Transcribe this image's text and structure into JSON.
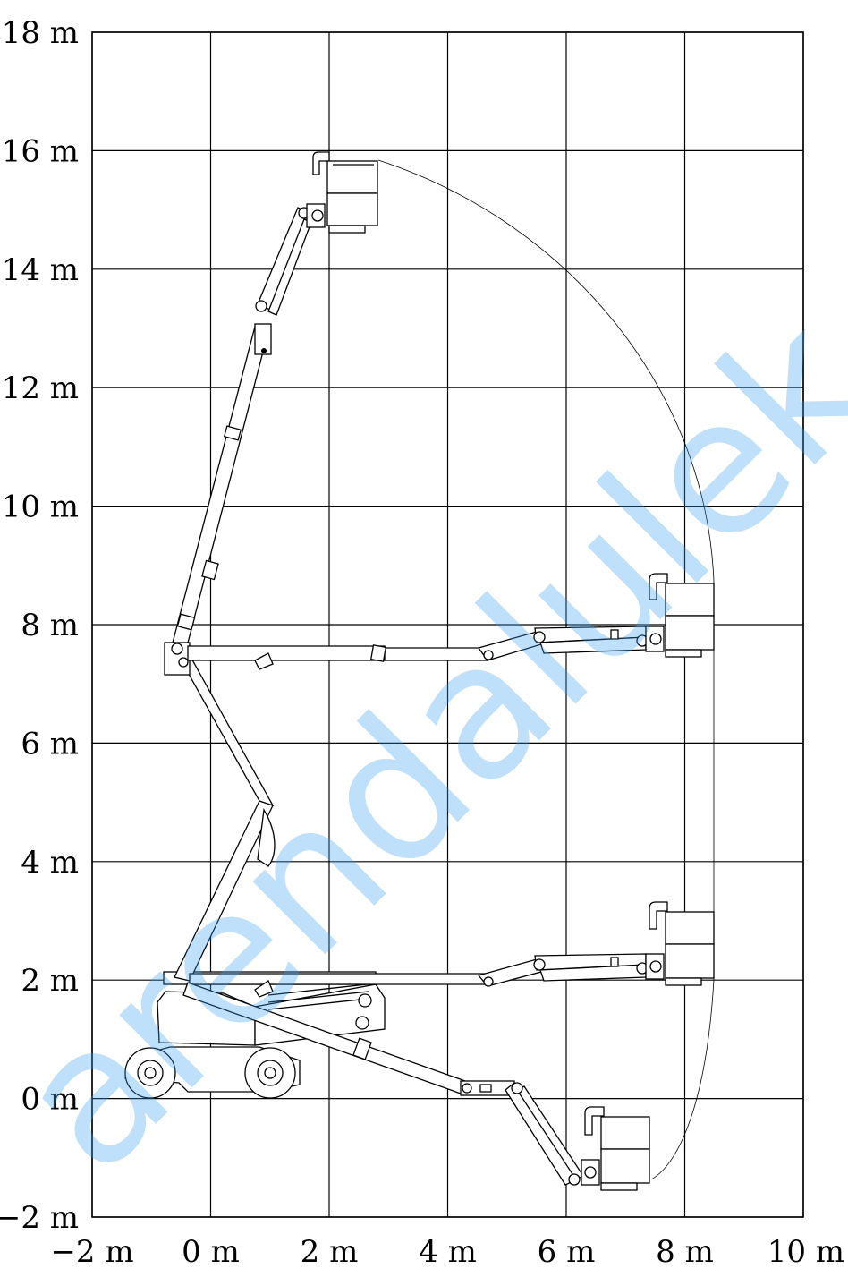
{
  "chart_data": {
    "type": "diagram",
    "x_ticks": [
      {
        "value": -2,
        "label": "−2 m"
      },
      {
        "value": 0,
        "label": "0 m"
      },
      {
        "value": 2,
        "label": "2 m"
      },
      {
        "value": 4,
        "label": "4 m"
      },
      {
        "value": 6,
        "label": "6 m"
      },
      {
        "value": 8,
        "label": "8 m"
      },
      {
        "value": 10,
        "label": "10 m"
      }
    ],
    "y_ticks": [
      {
        "value": -2,
        "label": "−2 m"
      },
      {
        "value": 0,
        "label": "0 m"
      },
      {
        "value": 2,
        "label": "2 m"
      },
      {
        "value": 4,
        "label": "4 m"
      },
      {
        "value": 6,
        "label": "6 m"
      },
      {
        "value": 8,
        "label": "8 m"
      },
      {
        "value": 10,
        "label": "10 m"
      },
      {
        "value": 12,
        "label": "12 m"
      },
      {
        "value": 14,
        "label": "14 m"
      },
      {
        "value": 16,
        "label": "16 m"
      },
      {
        "value": 18,
        "label": "18 m"
      }
    ],
    "xlim": [
      -2,
      10
    ],
    "ylim": [
      -2,
      18
    ],
    "grid": true,
    "max_platform_height": 16,
    "max_outreach": 8.5,
    "watermark": "arendalulek.ru"
  },
  "colors": {
    "line": "#000000",
    "watermark": "#3aa0f2"
  }
}
